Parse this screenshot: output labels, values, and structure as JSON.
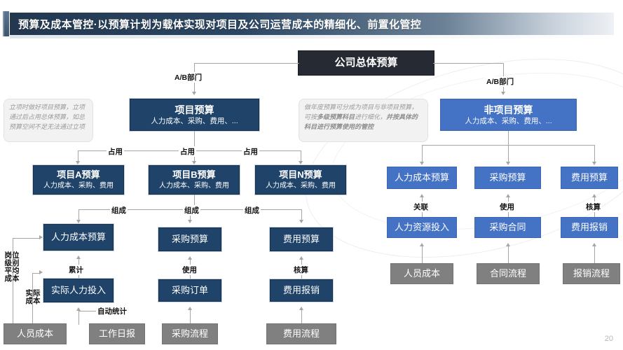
{
  "header": {
    "title": "预算及成本管控·以预算计划为载体实现对项目及公司运营成本的精细化、前置化管控",
    "accent_color": "#2b4663"
  },
  "page_number": "20",
  "colors": {
    "navy": "#1f4369",
    "blue": "#4472c4",
    "gray": "#808080",
    "dark": "#262b33",
    "connector": "#a6a6a6"
  },
  "chart_data": {
    "type": "diagram",
    "title": "预算及成本管控",
    "root": {
      "label": "公司总体预算",
      "style": "dark"
    },
    "branches": [
      {
        "edge_label": "A/B部门",
        "node": {
          "title": "项目预算",
          "subtitle": "人力成本、采购、费用、...",
          "style": "navy"
        }
      },
      {
        "edge_label": "A/B部门",
        "node": {
          "title": "非项目预算",
          "subtitle": "人力成本、采购、费用、...",
          "style": "blue"
        }
      }
    ],
    "project_budgets": {
      "edge_labels": [
        "占用",
        "占用",
        "占用"
      ],
      "nodes": [
        {
          "title": "项目A预算",
          "subtitle": "人力成本、采购、费用",
          "style": "navy"
        },
        {
          "title": "项目B预算",
          "subtitle": "人力成本、采购、费用",
          "style": "navy"
        },
        {
          "title": "项目N预算",
          "subtitle": "人力成本、采购、费用",
          "style": "navy"
        }
      ]
    },
    "left_columns": [
      {
        "edge_label": "组成",
        "budget": {
          "label": "人力成本预算",
          "style": "navy"
        },
        "mid_label": "累计",
        "mid": {
          "label": "实际人力投入",
          "style": "navy"
        },
        "source_label": "自动统计",
        "source": {
          "label": "工作日报",
          "style": "gray"
        }
      },
      {
        "edge_label": "组成",
        "budget": {
          "label": "采购预算",
          "style": "navy"
        },
        "mid_label": "使用",
        "mid": {
          "label": "采购订单",
          "style": "navy"
        },
        "source": {
          "label": "采购流程",
          "style": "gray"
        }
      },
      {
        "edge_label": "组成",
        "budget": {
          "label": "费用预算",
          "style": "navy"
        },
        "mid_label": "核算",
        "mid": {
          "label": "费用报销",
          "style": "navy"
        },
        "source": {
          "label": "费用流程",
          "style": "gray"
        }
      }
    ],
    "left_extra": {
      "vertical_label": "岗位级别平均成本",
      "cost_label": "实际成本",
      "personnel_cost": {
        "label": "人员成本",
        "style": "gray"
      }
    },
    "right_columns": [
      {
        "budget": {
          "label": "人力成本预算",
          "style": "blue"
        },
        "edge_label": "关联",
        "mid": {
          "label": "人力资源投入",
          "style": "blue"
        },
        "source": {
          "label": "人员成本",
          "style": "gray"
        }
      },
      {
        "budget": {
          "label": "采购预算",
          "style": "blue"
        },
        "edge_label": "使用",
        "mid": {
          "label": "采购合同",
          "style": "blue"
        },
        "source": {
          "label": "合同流程",
          "style": "gray"
        }
      },
      {
        "budget": {
          "label": "费用预算",
          "style": "blue"
        },
        "edge_label": "核算",
        "mid": {
          "label": "费用报销",
          "style": "blue"
        },
        "source": {
          "label": "报销流程",
          "style": "gray"
        }
      }
    ],
    "callouts": [
      {
        "id": "left",
        "text": "立项时做好项目预算，立项通过后占用总体预算，如总预算空间不足无法通过立项"
      },
      {
        "id": "center",
        "text_plain_1": "做年度预算可分成为项目与非项目预算，可按",
        "text_bold_1": "多级预算科目",
        "text_plain_2": "进行细化，",
        "text_bold_2": "并按具体的科目进行预算使用的管控"
      }
    ]
  }
}
